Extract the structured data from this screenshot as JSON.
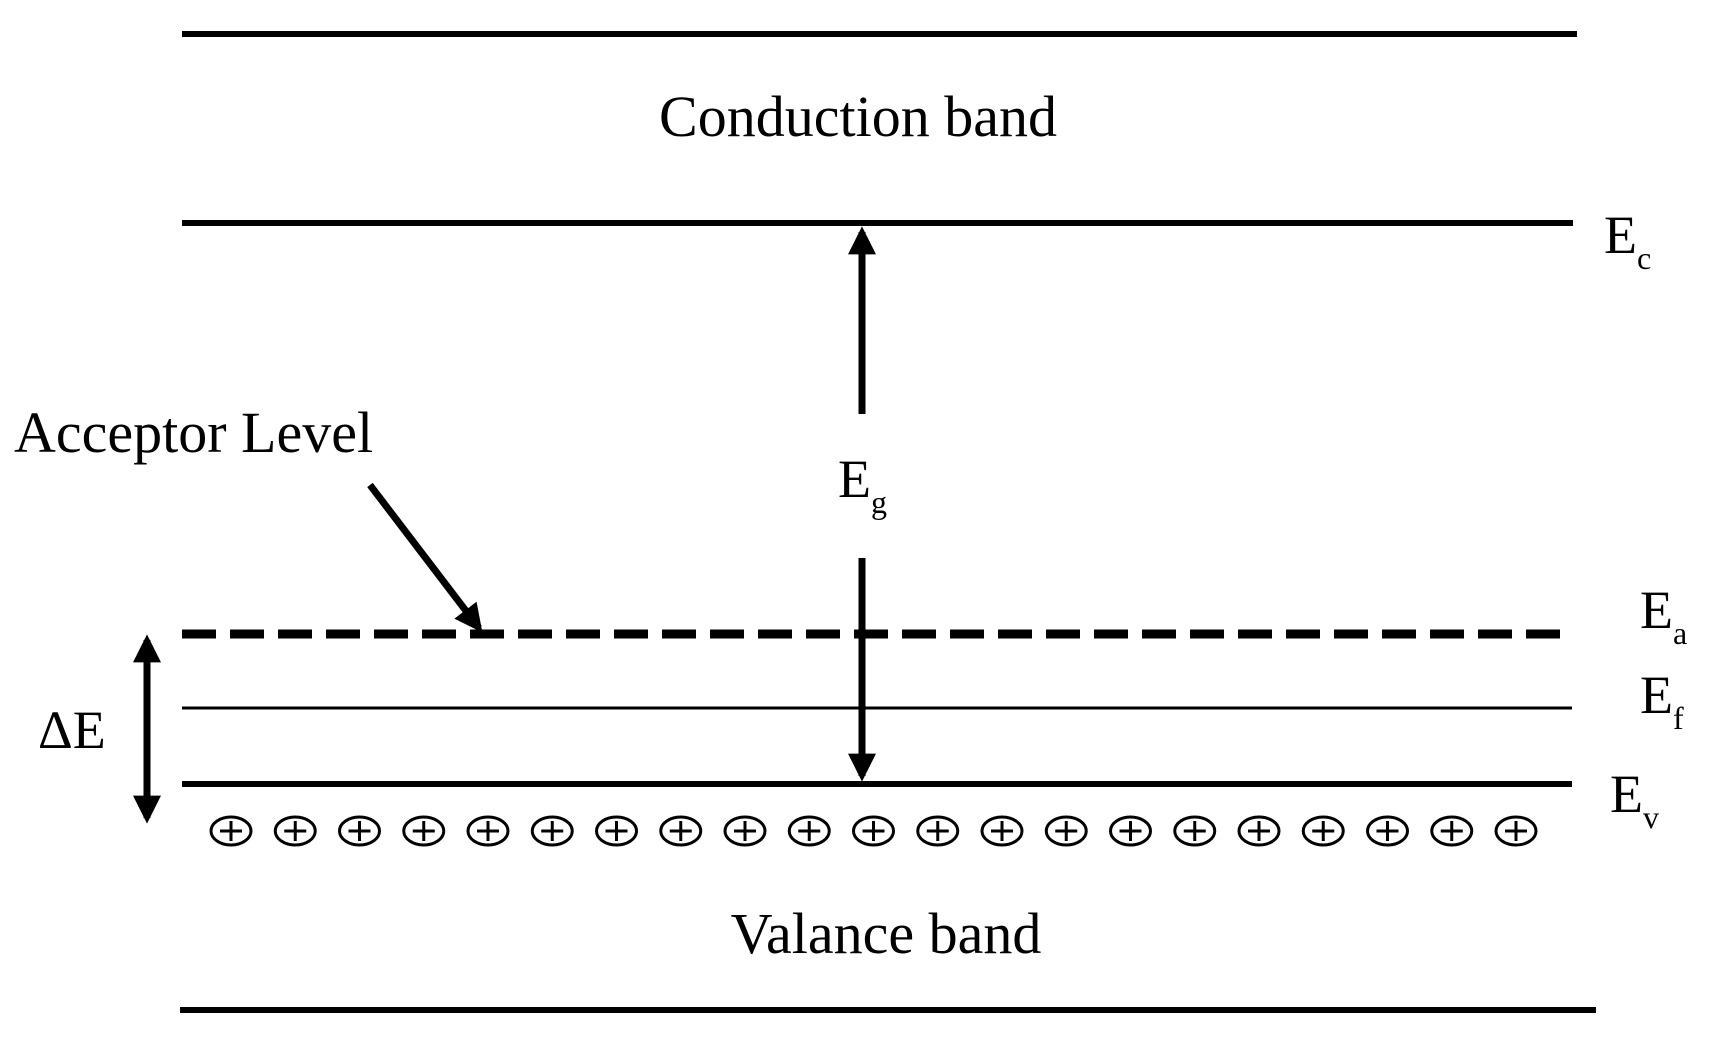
{
  "diagram": {
    "bands": {
      "conduction": "Conduction band",
      "valence": "Valance band"
    },
    "acceptor_label": "Acceptor Level",
    "levels": {
      "ec": {
        "symbol": "E",
        "subscript": "c"
      },
      "ea": {
        "symbol": "E",
        "subscript": "a"
      },
      "ef": {
        "symbol": "E",
        "subscript": "f"
      },
      "ev": {
        "symbol": "E",
        "subscript": "v"
      }
    },
    "gap": {
      "symbol": "E",
      "subscript": "g"
    },
    "delta": "ΔE",
    "hole_count": 21,
    "colors": {
      "ink": "#000000",
      "background": "#ffffff"
    }
  }
}
